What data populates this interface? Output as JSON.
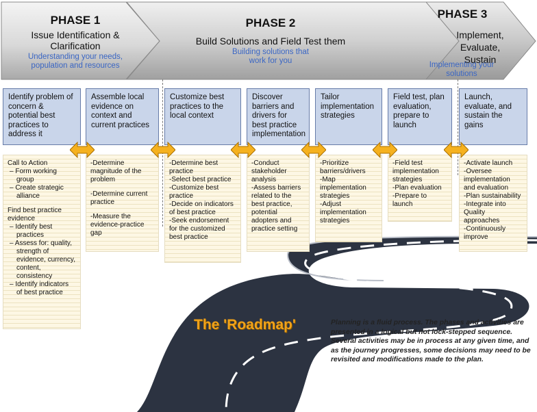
{
  "phases": [
    {
      "title": "PHASE 1",
      "name": "Issue Identification & Clarification",
      "subtitle": "Understanding your needs, population and resources"
    },
    {
      "title": "PHASE 2",
      "name": "Build Solutions and Field Test them",
      "subtitle": "Building solutions that work for you"
    },
    {
      "title": "PHASE 3",
      "name": "Implement, Evaluate, Sustain",
      "subtitle": "Implementing your solutions"
    }
  ],
  "steps": [
    {
      "label": "Identify problem of concern & potential best practices to address it"
    },
    {
      "label": "Assemble local evidence on context and current practices"
    },
    {
      "label": "Customize best practices to the local context"
    },
    {
      "label": "Discover barriers and drivers for best practice implementation"
    },
    {
      "label": "Tailor implementation strategies"
    },
    {
      "label": "Field test, plan evaluation, prepare to launch"
    },
    {
      "label": "Launch, evaluate, and sustain the gains"
    }
  ],
  "activities": [
    [
      {
        "text": "Call to Action",
        "kind": "head"
      },
      {
        "text": "–   Form working group",
        "kind": "sub"
      },
      {
        "text": "–   Create strategic alliance",
        "kind": "sub"
      },
      {
        "text": "Find best practice evidence",
        "kind": "headgap"
      },
      {
        "text": "–   Identify best practices",
        "kind": "sub"
      },
      {
        "text": "–   Assess for: quality, strength of evidence, currency, content, consistency",
        "kind": "sub"
      },
      {
        "text": "–   Identify indicators of best practice",
        "kind": "sub"
      }
    ],
    [
      {
        "text": "-Determine magnitude of the problem",
        "kind": "head"
      },
      {
        "text": "-Determine current practice",
        "kind": "headgap"
      },
      {
        "text": "-Measure the evidence-practice gap",
        "kind": "headgap"
      }
    ],
    [
      {
        "text": "-Determine best practice",
        "kind": "head"
      },
      {
        "text": "-Select best practice",
        "kind": "head"
      },
      {
        "text": "-Customize best practice",
        "kind": "head"
      },
      {
        "text": "-Decide on indicators of best practice",
        "kind": "head"
      },
      {
        "text": "-Seek endorsement for the customized best practice",
        "kind": "head"
      }
    ],
    [
      {
        "text": "-Conduct stakeholder analysis",
        "kind": "head"
      },
      {
        "text": "-Assess barriers related to the best practice, potential adopters and practice setting",
        "kind": "head"
      }
    ],
    [
      {
        "text": "-Prioritize barriers/drivers",
        "kind": "head"
      },
      {
        "text": "-Map implementation strategies",
        "kind": "head"
      },
      {
        "text": "-Adjust implementation strategies",
        "kind": "head"
      }
    ],
    [
      {
        "text": "-Field test implementation strategies",
        "kind": "head"
      },
      {
        "text": "-Plan evaluation",
        "kind": "head"
      },
      {
        "text": "-Prepare to launch",
        "kind": "head"
      }
    ],
    [
      {
        "text": "-Activate launch",
        "kind": "head"
      },
      {
        "text": "-Oversee implementation and evaluation",
        "kind": "head"
      },
      {
        "text": "-Plan sustainability",
        "kind": "head"
      },
      {
        "text": "-Integrate into Quality approaches",
        "kind": "head"
      },
      {
        "text": "-Continuously improve",
        "kind": "head"
      }
    ]
  ],
  "roadmap_title": "The 'Roadmap'",
  "caption": "Planning is a fluid process. The phases and activities are presented in a logical but not lock-stepped sequence. Several activities may be in process at any given time, and as the journey progresses, some decisions may need to be revisited and modifications made to the plan.",
  "colors": {
    "step_fill": "#c9d5ea",
    "step_border": "#667ba8",
    "arrow_fill": "#f5b11f",
    "phase_blue_text": "#3a66c4",
    "road": "#2b3240",
    "roadmap_orange": "#f0a21a"
  }
}
